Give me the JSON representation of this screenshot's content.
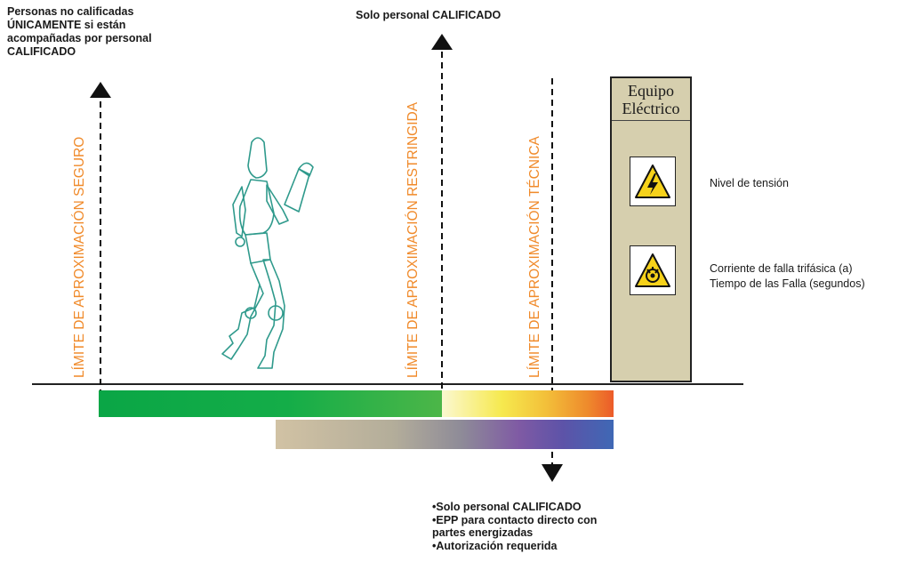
{
  "notes": {
    "unqualified_lines": [
      "Personas no calificadas",
      "ÚNICAMENTE si están",
      "acompañadas por personal",
      "CALIFICADO"
    ],
    "qualified_only": "Solo personal CALIFICADO"
  },
  "boundaries": {
    "safe": "LÍMITE DE APROXIMACIÓN SEGURO",
    "restricted": "LÍMITE DE APROXIMACIÓN RESTRINGIDA",
    "technical": "LÍMITE DE APROXIMACIÓN TÉCNICA"
  },
  "equipment": {
    "title_line1": "Equipo",
    "title_line2": "Eléctrico",
    "voltage_label": "Nivel de tensión",
    "fault_current_label": "Corriente de falla trifásica (a)",
    "fault_time_label": "Tiempo de las Falla (segundos)"
  },
  "requirements": [
    "•Solo personal CALIFICADO",
    "•EPP para contacto directo con",
    "partes energizadas",
    "•Autorización requerida"
  ],
  "colors": {
    "boundary_text": "#f08a2a",
    "figure_stroke": "#2f9a8c",
    "equipment_fill": "#d6cfae",
    "warning_yellow": "#f6d21a"
  },
  "icons": {
    "voltage": "high-voltage-warning-icon",
    "arc": "arc-flash-warning-icon",
    "figure": "mannequin-figure-icon"
  }
}
